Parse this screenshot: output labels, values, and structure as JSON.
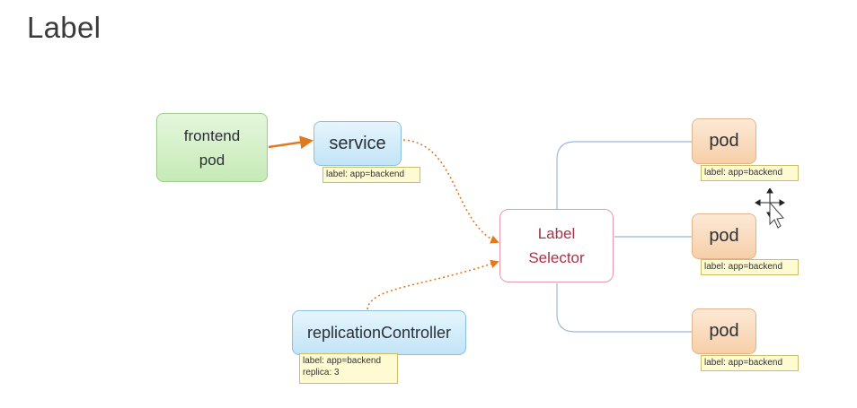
{
  "title": "Label",
  "nodes": {
    "frontend_pod": {
      "line1": "frontend",
      "line2": "pod"
    },
    "service": {
      "label": "service",
      "tag": "label: app=backend"
    },
    "replication_controller": {
      "label": "replicationController",
      "tag_line1": "label: app=backend",
      "tag_line2": "replica: 3"
    },
    "label_selector": {
      "line1": "Label",
      "line2": "Selector"
    },
    "pods": [
      {
        "label": "pod",
        "tag": "label: app=backend"
      },
      {
        "label": "pod",
        "tag": "label: app=backend"
      },
      {
        "label": "pod",
        "tag": "label: app=backend"
      }
    ]
  },
  "colors": {
    "arrow": "#e07a1f",
    "pod_link": "#9ab9d8",
    "frontend_fill": "#cdebbf",
    "service_fill": "#cde9f7",
    "pod_fill": "#f8d8b8",
    "selector_border": "#e49aaa",
    "tag_fill": "#fefbd2"
  }
}
